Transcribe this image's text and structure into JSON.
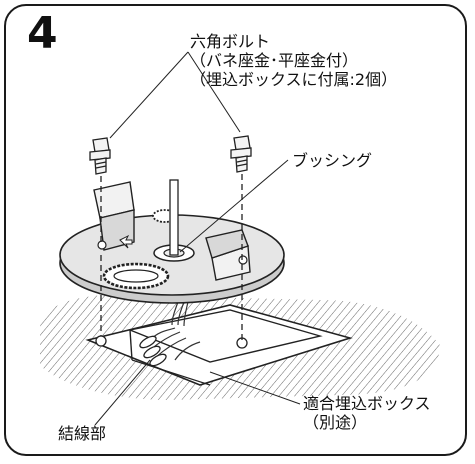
{
  "step_number": "4",
  "labels": {
    "bolt": [
      "六角ボルト",
      "（バネ座金･平座金付）",
      "（埋込ボックスに付属:2個）"
    ],
    "bushing": "ブッシング",
    "wire_junction": "結線部",
    "box": [
      "適合埋込ボックス",
      "（別途）"
    ]
  }
}
